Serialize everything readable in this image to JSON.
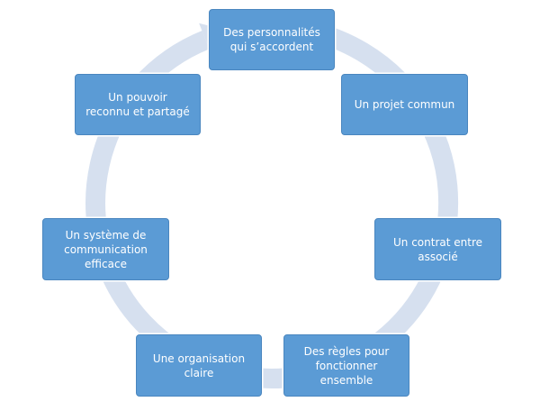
{
  "diagram": {
    "type": "cycle",
    "arrow_color": "#d6e0ef",
    "box_color": "#5b9bd5",
    "nodes": [
      {
        "label": "Des personnalités\nqui s’accordent"
      },
      {
        "label": "Un projet commun"
      },
      {
        "label": "Un contrat entre\nassocié"
      },
      {
        "label": "Des règles pour\nfonctionner\nensemble"
      },
      {
        "label": "Une organisation\nclaire"
      },
      {
        "label": "Un système de\ncommunication\nefficace"
      },
      {
        "label": "Un pouvoir\nreconnu et partagé"
      }
    ]
  }
}
